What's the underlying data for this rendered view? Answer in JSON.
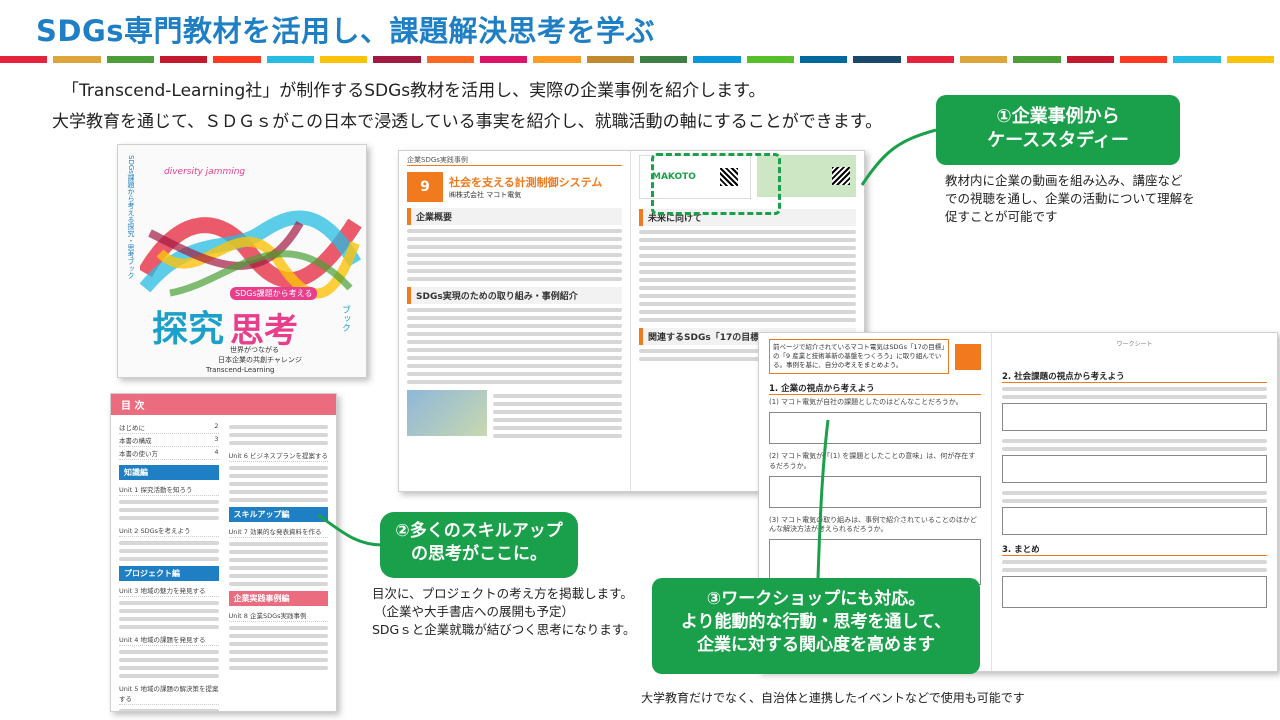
{
  "title": "SDGs専門教材を活用し、課題解決思考を学ぶ",
  "intro": {
    "line1": "「Transcend-Learning社」が制作するSDGs教材を活用し、実際の企業事例を紹介します。",
    "line2": "大学教育を通じて、ＳＤＧｓがこの日本で浸透している事実を紹介し、就職活動の軸にすることができます。"
  },
  "sdg_colors": [
    "#e5243b",
    "#dda63a",
    "#4c9f38",
    "#c5192d",
    "#ff3a21",
    "#26bde2",
    "#fcc30b",
    "#a21942",
    "#fd6925",
    "#dd1367",
    "#fd9d24",
    "#bf8b2e",
    "#3f7e44",
    "#0a97d9",
    "#56c02b",
    "#00689d",
    "#19486a",
    "#e5243b",
    "#dda63a",
    "#4c9f38",
    "#c5192d",
    "#ff3a21",
    "#26bde2",
    "#fcc30b"
  ],
  "cover": {
    "logo": "diversity jamming",
    "badge": "SDGs課題から考える",
    "title1": "探究",
    "title2": "思考",
    "side": "ブック",
    "subtitle1": "世界がつながる",
    "subtitle2": "日本企業の共創チャレンジ",
    "publisher": "Transcend-Learning",
    "vertical": "SDGs課題から考える探究・思考ブック"
  },
  "toc": {
    "header": "目 次",
    "rows": [
      {
        "label": "はじめに",
        "page": "2"
      },
      {
        "label": "本書の構成",
        "page": "3"
      },
      {
        "label": "本書の使い方",
        "page": "4"
      }
    ],
    "sections": [
      {
        "name": "知識編",
        "items": [
          "Unit 1 探究活動を知ろう",
          "Unit 2 SDGsを考えよう"
        ]
      },
      {
        "name": "プロジェクト編",
        "items": [
          "Unit 3 地域の魅力を発見する",
          "Unit 4 地域の課題を発見する",
          "Unit 5 地域の課題の解決策を提案する"
        ]
      },
      {
        "name": "スキルアップ編",
        "items": [
          "Unit 6 ビジネスプランを提案する",
          "Unit 7 効果的な発表資料を作る"
        ]
      },
      {
        "name": "企業実践事例編",
        "items": [
          "Unit 8 企業SDGs実践事例"
        ]
      }
    ]
  },
  "case_page": {
    "header": "企業SDGs実践事例",
    "number": "9",
    "title": "社会を支える計測制御システム",
    "company": "㈱株式会社 マコト電気",
    "brand": "MAKOTO",
    "sections": [
      "企業概要",
      "SDGs実現のための取り組み・事例紹介",
      "未来に向けて",
      "関連するSDGs「17の目標」"
    ]
  },
  "work_page": {
    "header": "ワークシート",
    "lead": "前ページで紹介されているマコト電気はSDGs「17の目標」の「9 産業と技術革新の基盤をつくろう」に取り組んでいる。事例を基に、自分の考えをまとめよう。",
    "s1": "1. 企業の視点から考えよう",
    "s2": "2. 社会課題の視点から考えよう",
    "s3": "3. まとめ",
    "q1": "(1) マコト電気が自社の課題としたのはどんなことだろうか。",
    "q2": "(2) マコト電気が「(1) を課題としたことの意味」は、何が存在するだろうか。",
    "q3": "(3) マコト電気の取り組みは、事例で紹介されていることのほかどんな解決方法が考えられるだろうか。"
  },
  "callout1": {
    "line1": "①企業事例から",
    "line2": "ケーススタディー"
  },
  "caption1": {
    "line1": "教材内に企業の動画を組み込み、講座など",
    "line2": "での視聴を通し、企業の活動について理解を",
    "line3": "促すことが可能です"
  },
  "callout2": {
    "line1": "②多くのスキルアップ",
    "line2": "の思考がここに。"
  },
  "caption2": {
    "line1": "目次に、プロジェクトの考え方を掲載します。",
    "line2": "（企業や大手書店への展開も予定）",
    "line3": "SDGｓと企業就職が結びつく思考になります。"
  },
  "callout3": {
    "line1": "③ワークショップにも対応。",
    "line2": "より能動的な行動・思考を通して、",
    "line3": "企業に対する関心度を高めます"
  },
  "caption3": "大学教育だけでなく、自治体と連携したイベントなどで使用も可能です"
}
